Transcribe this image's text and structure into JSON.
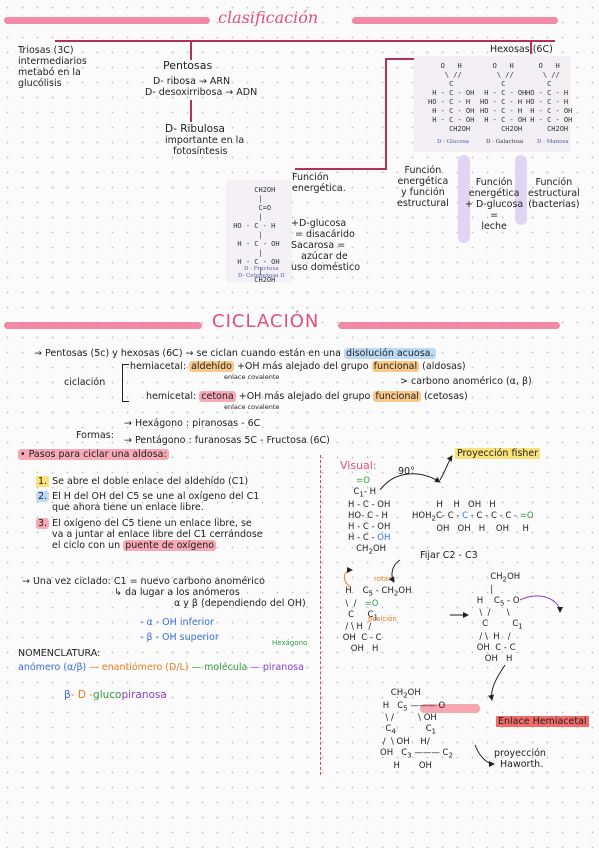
{
  "section1": {
    "title": "clasificación",
    "triosas": [
      "Triosas (3C)",
      "intermediarios",
      "metabó en la",
      "glucólisis"
    ],
    "pentosas_title": "Pentosas",
    "pentosas": [
      "D- ribosa → ARN",
      "D- desoxirribosa → ADN"
    ],
    "ribulosa": [
      "D- Ribulosa",
      "importante en la",
      "fotosíntesis"
    ],
    "hexosas_title": "Hexosas (6C)",
    "hexose_names": [
      "D - Glucosa",
      "D - Galactosa",
      "D - Manosa"
    ],
    "fructosa_label": [
      "D - Fructosa",
      "D- Cetohexosa II"
    ],
    "fructosa_func": [
      "Función",
      "energética."
    ],
    "fructosa_notes": [
      "+D-glucosa",
      "= disacárido",
      "Sacarosa =",
      "azúcar de",
      "uso doméstico"
    ],
    "glucosa_func": [
      "Función",
      "energética",
      "y función",
      "estructural"
    ],
    "galactosa_func": [
      "Función",
      "energética",
      "+ D-glucosa",
      "=",
      "leche"
    ],
    "manosa_func": [
      "Función",
      "estructural",
      "(bacterias)"
    ]
  },
  "section2": {
    "title": "CICLACIÓN",
    "intro": [
      "→ Pentosas (5c) y hexosas (6C) → se ciclan cuando están en una",
      "disolución acuosa."
    ],
    "ciclacion_label": "ciclación",
    "hemiacetal_line": [
      "hemiacetal:",
      "aldehído",
      "+OH más alejado del grupo",
      "funcional",
      "(aldosas)"
    ],
    "enlace_cov1": "enlace covalente",
    "carbono_anom": "> carbono anomérico (α, β)",
    "hemicetal_line": [
      "hemicetal:",
      "cetona",
      "+OH más alejado del grupo",
      "funcional",
      "(cetosas)"
    ],
    "enlace_cov2": "enlace covalente",
    "formas_label": "Formas:",
    "formas": [
      "→ Hexágono : piranosas  - 6C",
      "→ Pentágono : furanosas  5C - Fructosa (6C)"
    ],
    "pasos_title": "• Pasos para ciclar una aldosa:",
    "pasos": [
      [
        "1.",
        "Se abre el doble enlace del aldehído (C1)"
      ],
      [
        "2.",
        "El H del OH del C5 se une al oxígeno del C1",
        "que ahora tiene un enlace libre."
      ],
      [
        "3.",
        "El oxígeno del C5 tiene un enlace libre, se",
        "va a juntar al enlace libre del C1 cerrándose",
        "el ciclo con un",
        "puente de oxígeno"
      ]
    ],
    "ciclado": [
      "→ Una vez ciclado: C1 = nuevo carbono anomérico",
      "↳ da lugar a los anómeros",
      "α y β (dependiendo del OH)"
    ],
    "alpha": "- α - OH inferior",
    "beta": "- β - OH superior",
    "nomenclatura": "NOMENCLATURA:",
    "hexagono_note": "Hexágono",
    "nomen_line": [
      "anómero (α/β)",
      "— enantiómero (D/L)",
      "— molécula",
      "— piranosa"
    ],
    "example": [
      "β",
      "- D -",
      "gluco",
      "piranosa"
    ],
    "visual_label": "Visual:",
    "angle": "90°",
    "proy_fisher": "Proyección fisher",
    "fijar": "Fijar C2 - C3",
    "rotan": "rotan",
    "posicion": "posición",
    "enlace_hemi": "Enlace Hemiacetal",
    "proy_haworth": [
      "proyección",
      "Haworth."
    ]
  },
  "colors": {
    "banner": "#f08aa6",
    "title": "#e0507a",
    "branch": "#b03060",
    "highlight_blue": "#bcd9f5",
    "highlight_orange": "#f9c98a",
    "highlight_purple": "#d9c8f2"
  }
}
